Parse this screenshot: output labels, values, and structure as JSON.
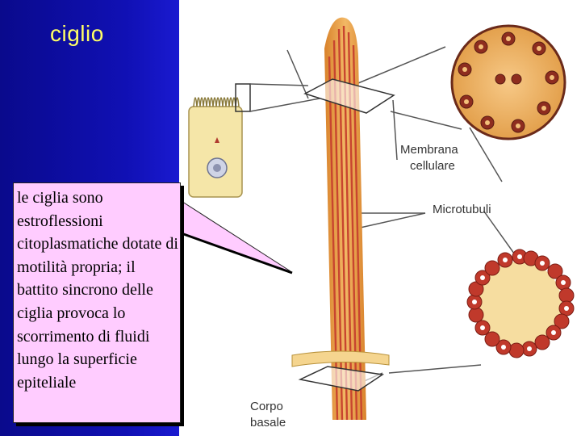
{
  "slide": {
    "title": "ciglio",
    "callout_text": "le ciglia sono estroflessioni citoplasmatiche dotate di motilità propria; il battito sincrono delle ciglia provoca lo scorrimento di fluidi lungo la superficie epiteliale"
  },
  "diagram": {
    "labels": {
      "membrane_line1": "Membrana",
      "membrane_line2": "cellulare",
      "microtubules": "Microtubuli",
      "basal_line1": "Corpo",
      "basal_line2": "basale"
    }
  },
  "colors": {
    "panel_blue": "#1010b4",
    "title_yellow": "#ffff66",
    "callout_pink": "#ffccff",
    "cilium_orange": "#e8a24a",
    "microtubule_red": "#c0392b"
  }
}
